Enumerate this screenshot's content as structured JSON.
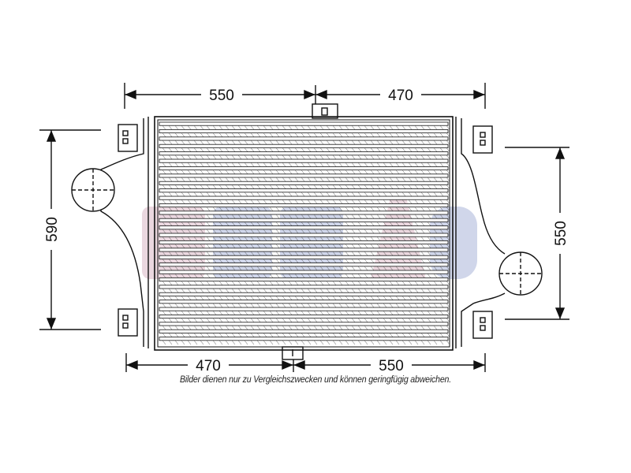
{
  "dimensions": {
    "top_left": "550",
    "top_right": "470",
    "bottom_left": "470",
    "bottom_right": "550",
    "left_height": "590",
    "right_height": "550"
  },
  "caption": "Bilder dienen nur zu Vergleichszwecken und können geringfügig abweichen.",
  "watermark": {
    "text": "AKS",
    "colors": [
      "#d9b7c4",
      "#aab5d9"
    ]
  },
  "radiator": {
    "fin_rows": 30
  }
}
